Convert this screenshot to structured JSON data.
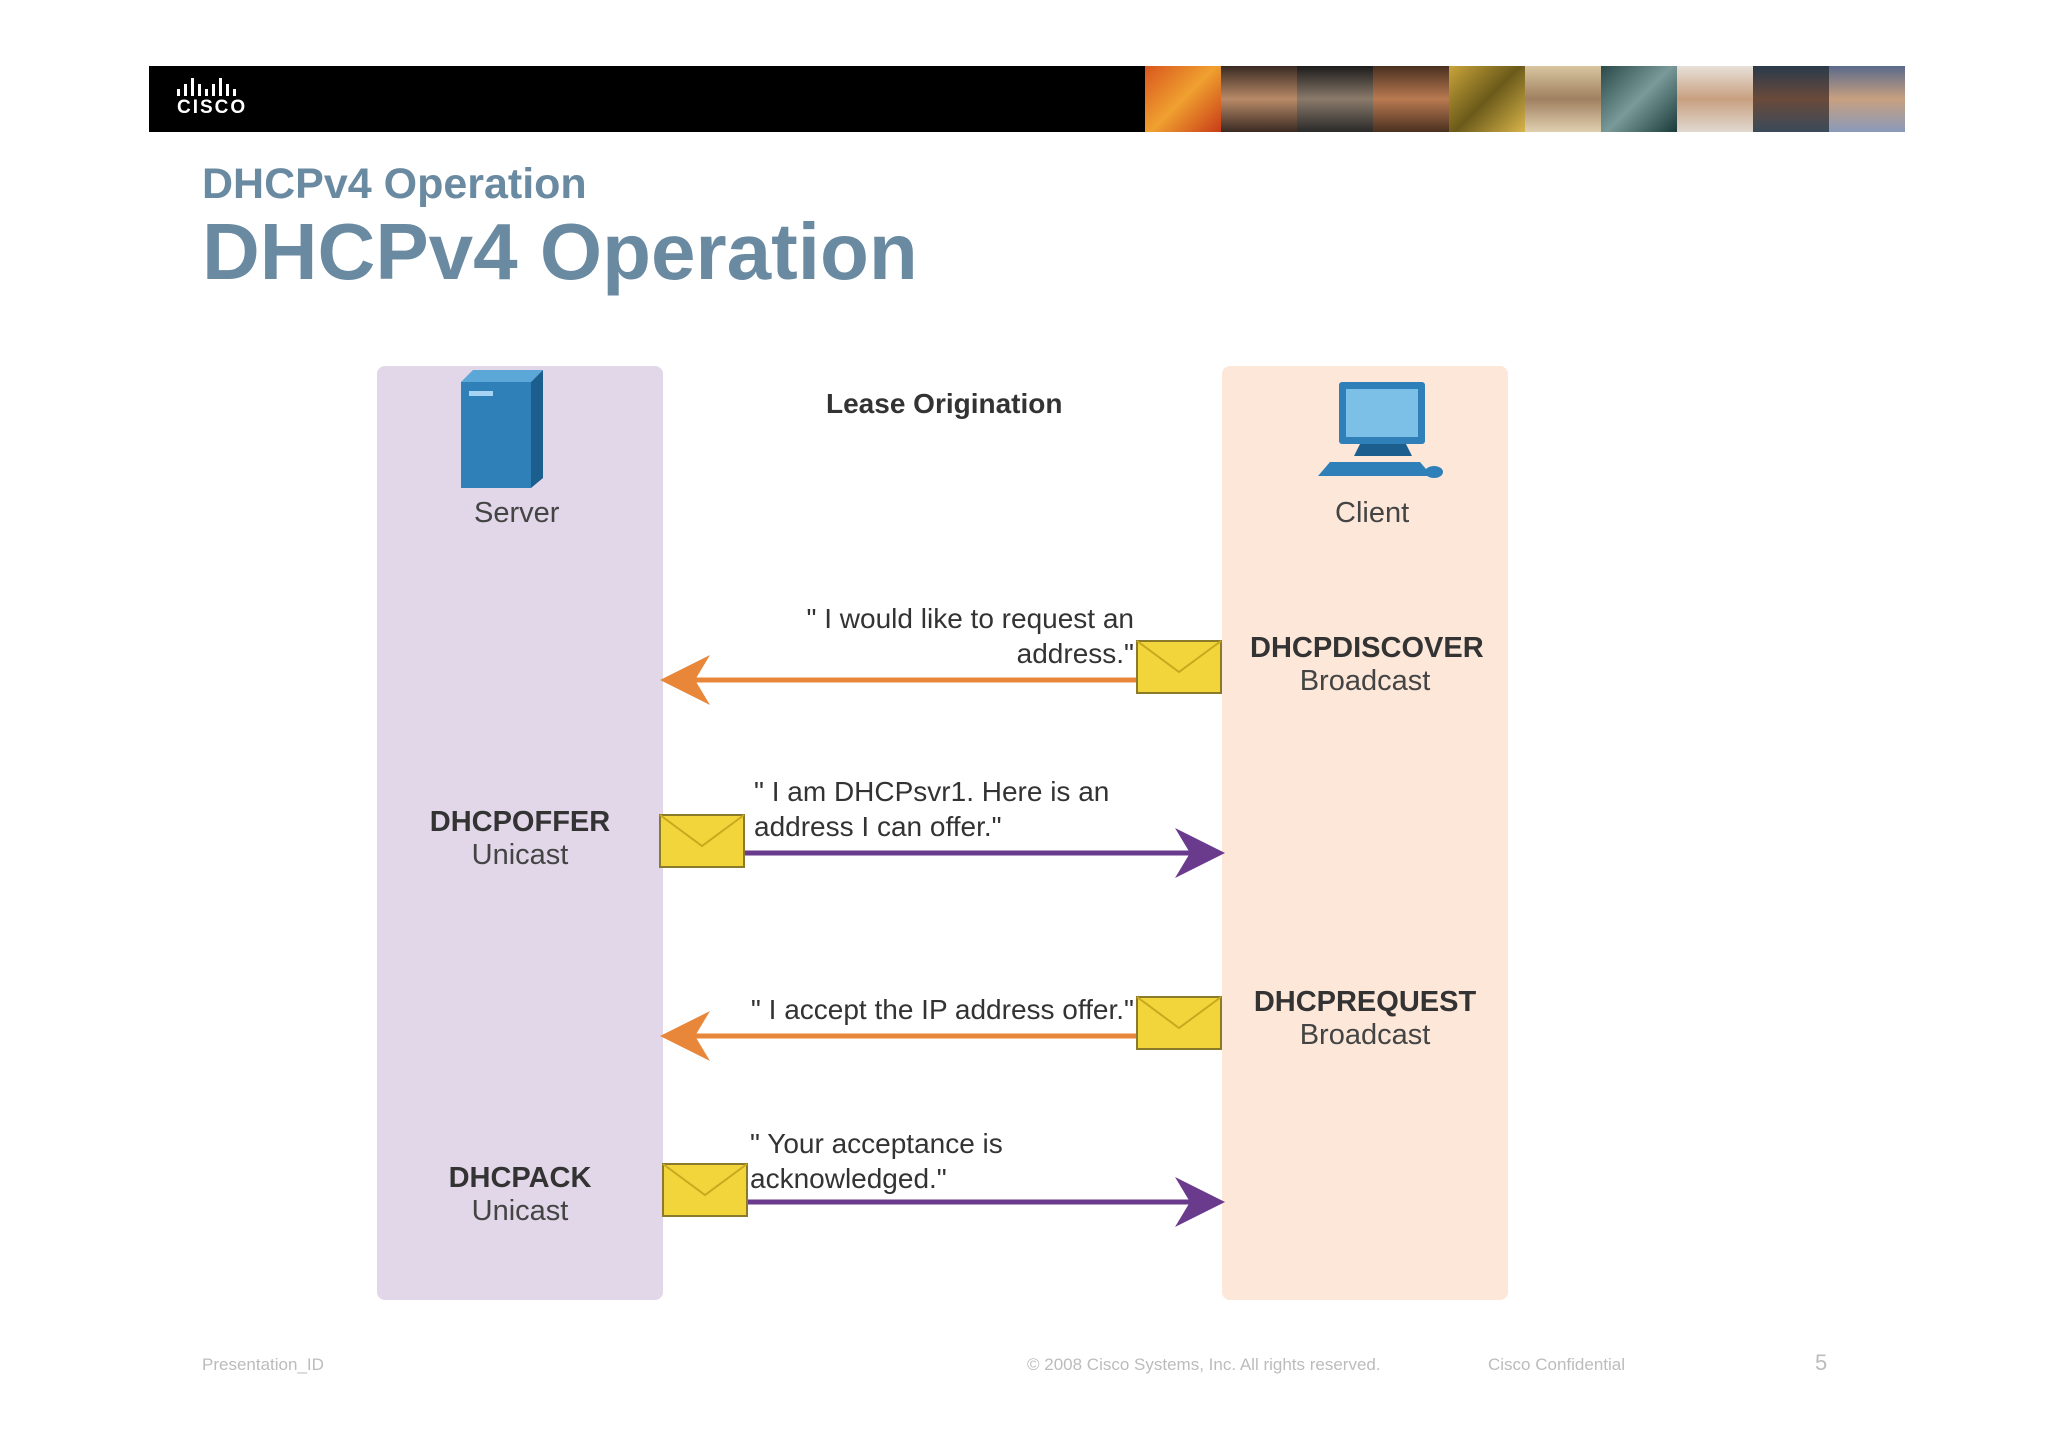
{
  "banner": {
    "logo_text": "CISCO"
  },
  "header": {
    "kicker": "DHCPv4 Operation",
    "title": "DHCPv4 Operation"
  },
  "diagram": {
    "heading": "Lease Origination",
    "server_label": "Server",
    "client_label": "Client",
    "messages": [
      {
        "name": "DHCPDISCOVER",
        "mode": "Broadcast",
        "line1": "\" I would like to request an",
        "line2": "address.\""
      },
      {
        "name": "DHCPOFFER",
        "mode": "Unicast",
        "line1": "\" I am DHCPsvr1. Here is an",
        "line2": "address I can offer.\""
      },
      {
        "name": "DHCPREQUEST",
        "mode": "Broadcast",
        "line1": "\" I accept the IP address offer.\""
      },
      {
        "name": "DHCPACK",
        "mode": "Unicast",
        "line1": "\" Your acceptance is",
        "line2": "acknowledged.\""
      }
    ],
    "colors": {
      "to_server": "#e8873a",
      "to_client": "#6a3a8c",
      "envelope": "#f2d53a",
      "device": "#2f7fb8"
    }
  },
  "footer": {
    "presentation_id": "Presentation_ID",
    "copyright": "© 2008 Cisco Systems, Inc. All rights  reserved.",
    "confidential": "Cisco Confidential",
    "page_number": "5"
  }
}
